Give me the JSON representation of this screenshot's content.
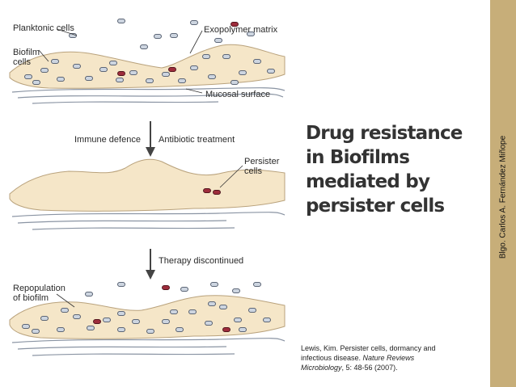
{
  "diagram": {
    "stage1": {
      "label_planktonic": "Planktonic cells",
      "label_biofilm": [
        "Biofilm",
        "cells"
      ],
      "label_matrix": "Exopolymer matrix",
      "label_mucosal": "Mucosal surface"
    },
    "stage2": {
      "label_immune": "Immune defence",
      "label_antibiotic": "Antibiotic treatment",
      "label_persister": [
        "Persister",
        "cells"
      ]
    },
    "stage3": {
      "label_therapy": "Therapy discontinued",
      "label_repopulation": [
        "Repopulation",
        "of biofilm"
      ]
    }
  },
  "title": [
    "Drug resistance",
    "in Biofilms",
    "mediated by",
    "persister cells"
  ],
  "citation": {
    "line1": "Lewis, Kim. Persister cells, dormancy and",
    "line2_plain": "infectious disease. ",
    "line2_italic": "Nature  Reviews",
    "line3_italic": "Microbiology",
    "line3_plain": ", 5: 48-56 (2007)."
  },
  "author": "Blgo. Carlos A. Fernández Miñope",
  "colors": {
    "biofilm_fill": "#f5e6c8",
    "biofilm_stroke": "#b9a27c",
    "cell_fill": "#cdd5e0",
    "persister_fill": "#9e2d3c",
    "band": "#c7ae79"
  }
}
